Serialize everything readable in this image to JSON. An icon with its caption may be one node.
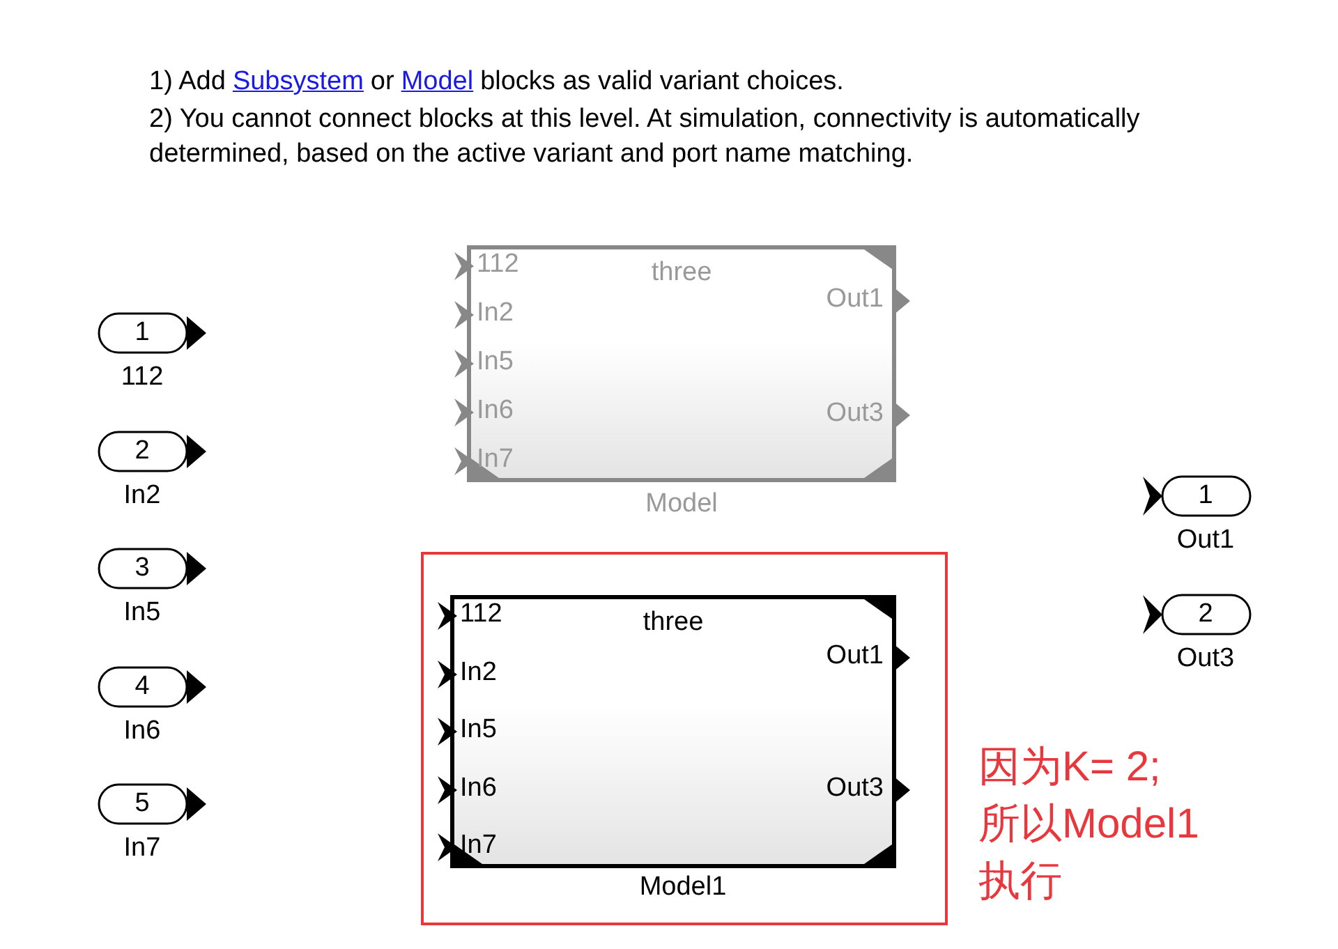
{
  "diagram": {
    "nodes": [
      {
        "text": [
          "1"
        ],
        "beside": [
          "112"
        ]
      },
      {
        "text": [
          "2"
        ],
        "beside": [
          "In2"
        ]
      },
      {
        "text": [
          "3"
        ],
        "beside": [
          "In5"
        ]
      },
      {
        "text": [
          "4"
        ],
        "beside": [
          "In6"
        ]
      },
      {
        "text": [
          "5"
        ],
        "beside": [
          "In7"
        ]
      },
      {
        "text": [
          "three",
          "112",
          "In2",
          "In5",
          "In6",
          "In7",
          "Out1",
          "Out3"
        ],
        "beside": [
          "Model"
        ]
      },
      {
        "text": [],
        "shape": "box"
      },
      {
        "text": [
          "three",
          "112",
          "In2",
          "In5",
          "In6",
          "In7",
          "Out1",
          "Out3"
        ],
        "beside": [
          "Model1"
        ],
        "in": 6
      },
      {
        "text": [
          "1"
        ],
        "beside": [
          "Out1"
        ]
      },
      {
        "text": [
          "2"
        ],
        "beside": [
          "Out3"
        ]
      }
    ],
    "labels": [
      "1) Add",
      "Subsystem",
      "or",
      "Model",
      "blocks as valid variant choices.",
      "2) You cannot connect blocks at this level. At simulation, connectivity is automatically determined, based on the active variant and port name matching.",
      "因为K= 2;所以Model1执行"
    ]
  }
}
